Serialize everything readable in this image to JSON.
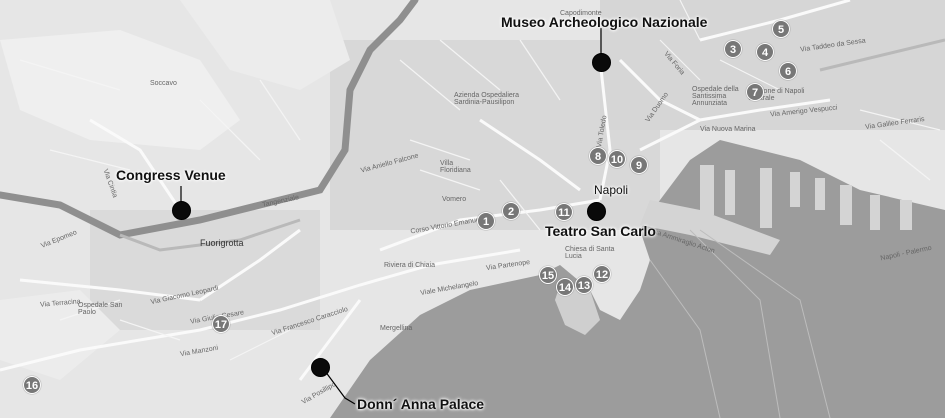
{
  "map": {
    "places": {
      "congress_venue": "Congress Venue",
      "museo": "Museo Archeologico Nazionale",
      "teatro": "Teatro San Carlo",
      "donn_anna": "Donn´ Anna Palace",
      "napoli": "Napoli"
    },
    "markers": {
      "m1": "1",
      "m2": "2",
      "m3": "3",
      "m4": "4",
      "m5": "5",
      "m6": "6",
      "m7": "7",
      "m8": "8",
      "m9": "9",
      "m10": "10",
      "m11": "11",
      "m12": "12",
      "m13": "13",
      "m14": "14",
      "m15": "15",
      "m16": "16",
      "m17": "17"
    },
    "streets": {
      "soccavo": "Soccavo",
      "fuorigrotta": "Fuorigrotta",
      "ospedale": "Ospedale San Paolo",
      "vomero": "Vomero",
      "villa_floridiana": "Villa Floridiana",
      "azienda": "Azienda Ospedaliera Sardinia-Pausilipon",
      "via_teddeo": "Via Taddeo da Sessa",
      "via_arenaccia": "Via Amerigo Vespucci",
      "via_galileo": "Via Galileo Ferraris",
      "via_nuova_marina": "Via Nuova Marina",
      "via_acton": "Via Ammiraglio Acton",
      "riviera": "Riviera di Chiaia",
      "via_caracciolo": "Via Francesco Caracciolo",
      "via_posillipo": "Via Posillipo",
      "via_manzoni": "Via Manzoni",
      "via_giulio_cesare": "Via Giulio Cesare",
      "via_leopardi": "Via Giacomo Leopardi",
      "corso_vittorio": "Corso Vittorio Emanuele",
      "via_epomeo": "Via Epomeo",
      "via_cintia": "Via Cintia",
      "via_toledo": "Via Toledo",
      "castel": "Chiesa di Santa Lucia",
      "marina": "Mergellina",
      "stazione": "Stazione di Napoli Centrale",
      "ospedale_annunziata": "Ospedale della Santissima Annunziata",
      "via_foria": "Via Foria",
      "capodimonte": "Capodimonte",
      "via_duomo": "Via Duomo",
      "via_aniello": "Via Aniello Falcone",
      "viale_michelangelo": "Viale Michelangelo",
      "via_terracina": "Via Terracina",
      "napoli_tangenziale": "Tangenziale",
      "via_partenope": "Via Partenope",
      "via_marina": "Napoli - Palermo"
    }
  }
}
